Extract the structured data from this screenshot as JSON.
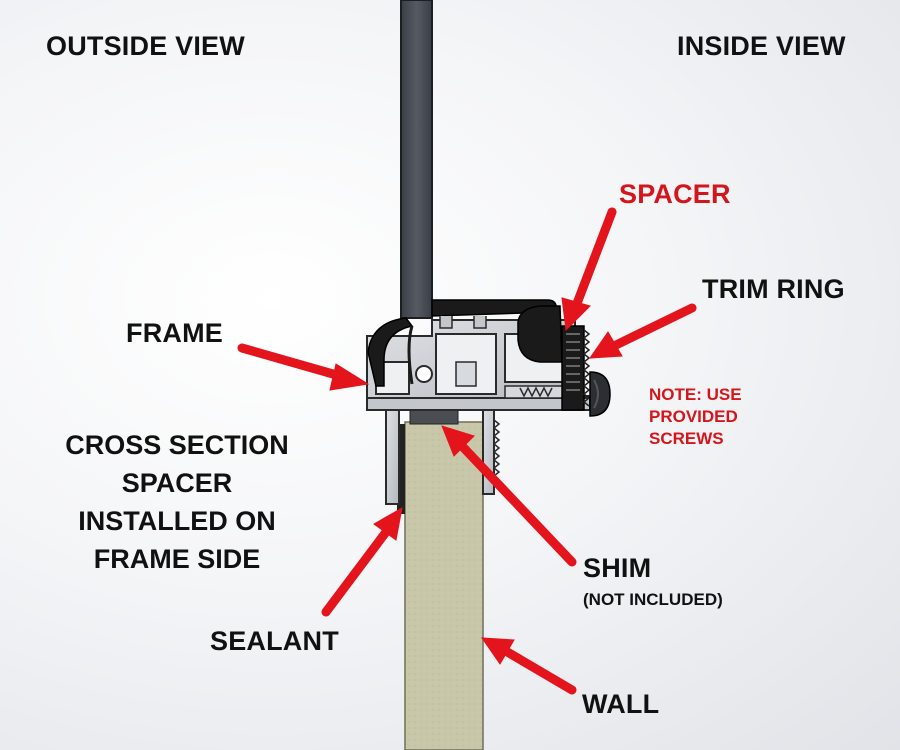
{
  "labels": {
    "outside_view": "OUTSIDE VIEW",
    "inside_view": "INSIDE VIEW",
    "spacer": "SPACER",
    "trim_ring": "TRIM RING",
    "frame": "FRAME",
    "note_lines": [
      "NOTE: USE",
      "PROVIDED",
      "SCREWS"
    ],
    "cross_section_lines": [
      "CROSS SECTION",
      "SPACER",
      "INSTALLED ON",
      "FRAME SIDE"
    ],
    "shim": "SHIM",
    "shim_note": "(NOT INCLUDED)",
    "sealant": "SEALANT",
    "wall": "WALL"
  },
  "colors": {
    "arrow": "#e3141c",
    "callout_red": "#d4161c",
    "glass": "#4a4f58",
    "frame_metal": "#c9ccd1",
    "frame_outline": "#2a2a2a",
    "wall": "#c6c5a7",
    "gasket": "#1a1a1a",
    "background": "#f1f2f5"
  }
}
